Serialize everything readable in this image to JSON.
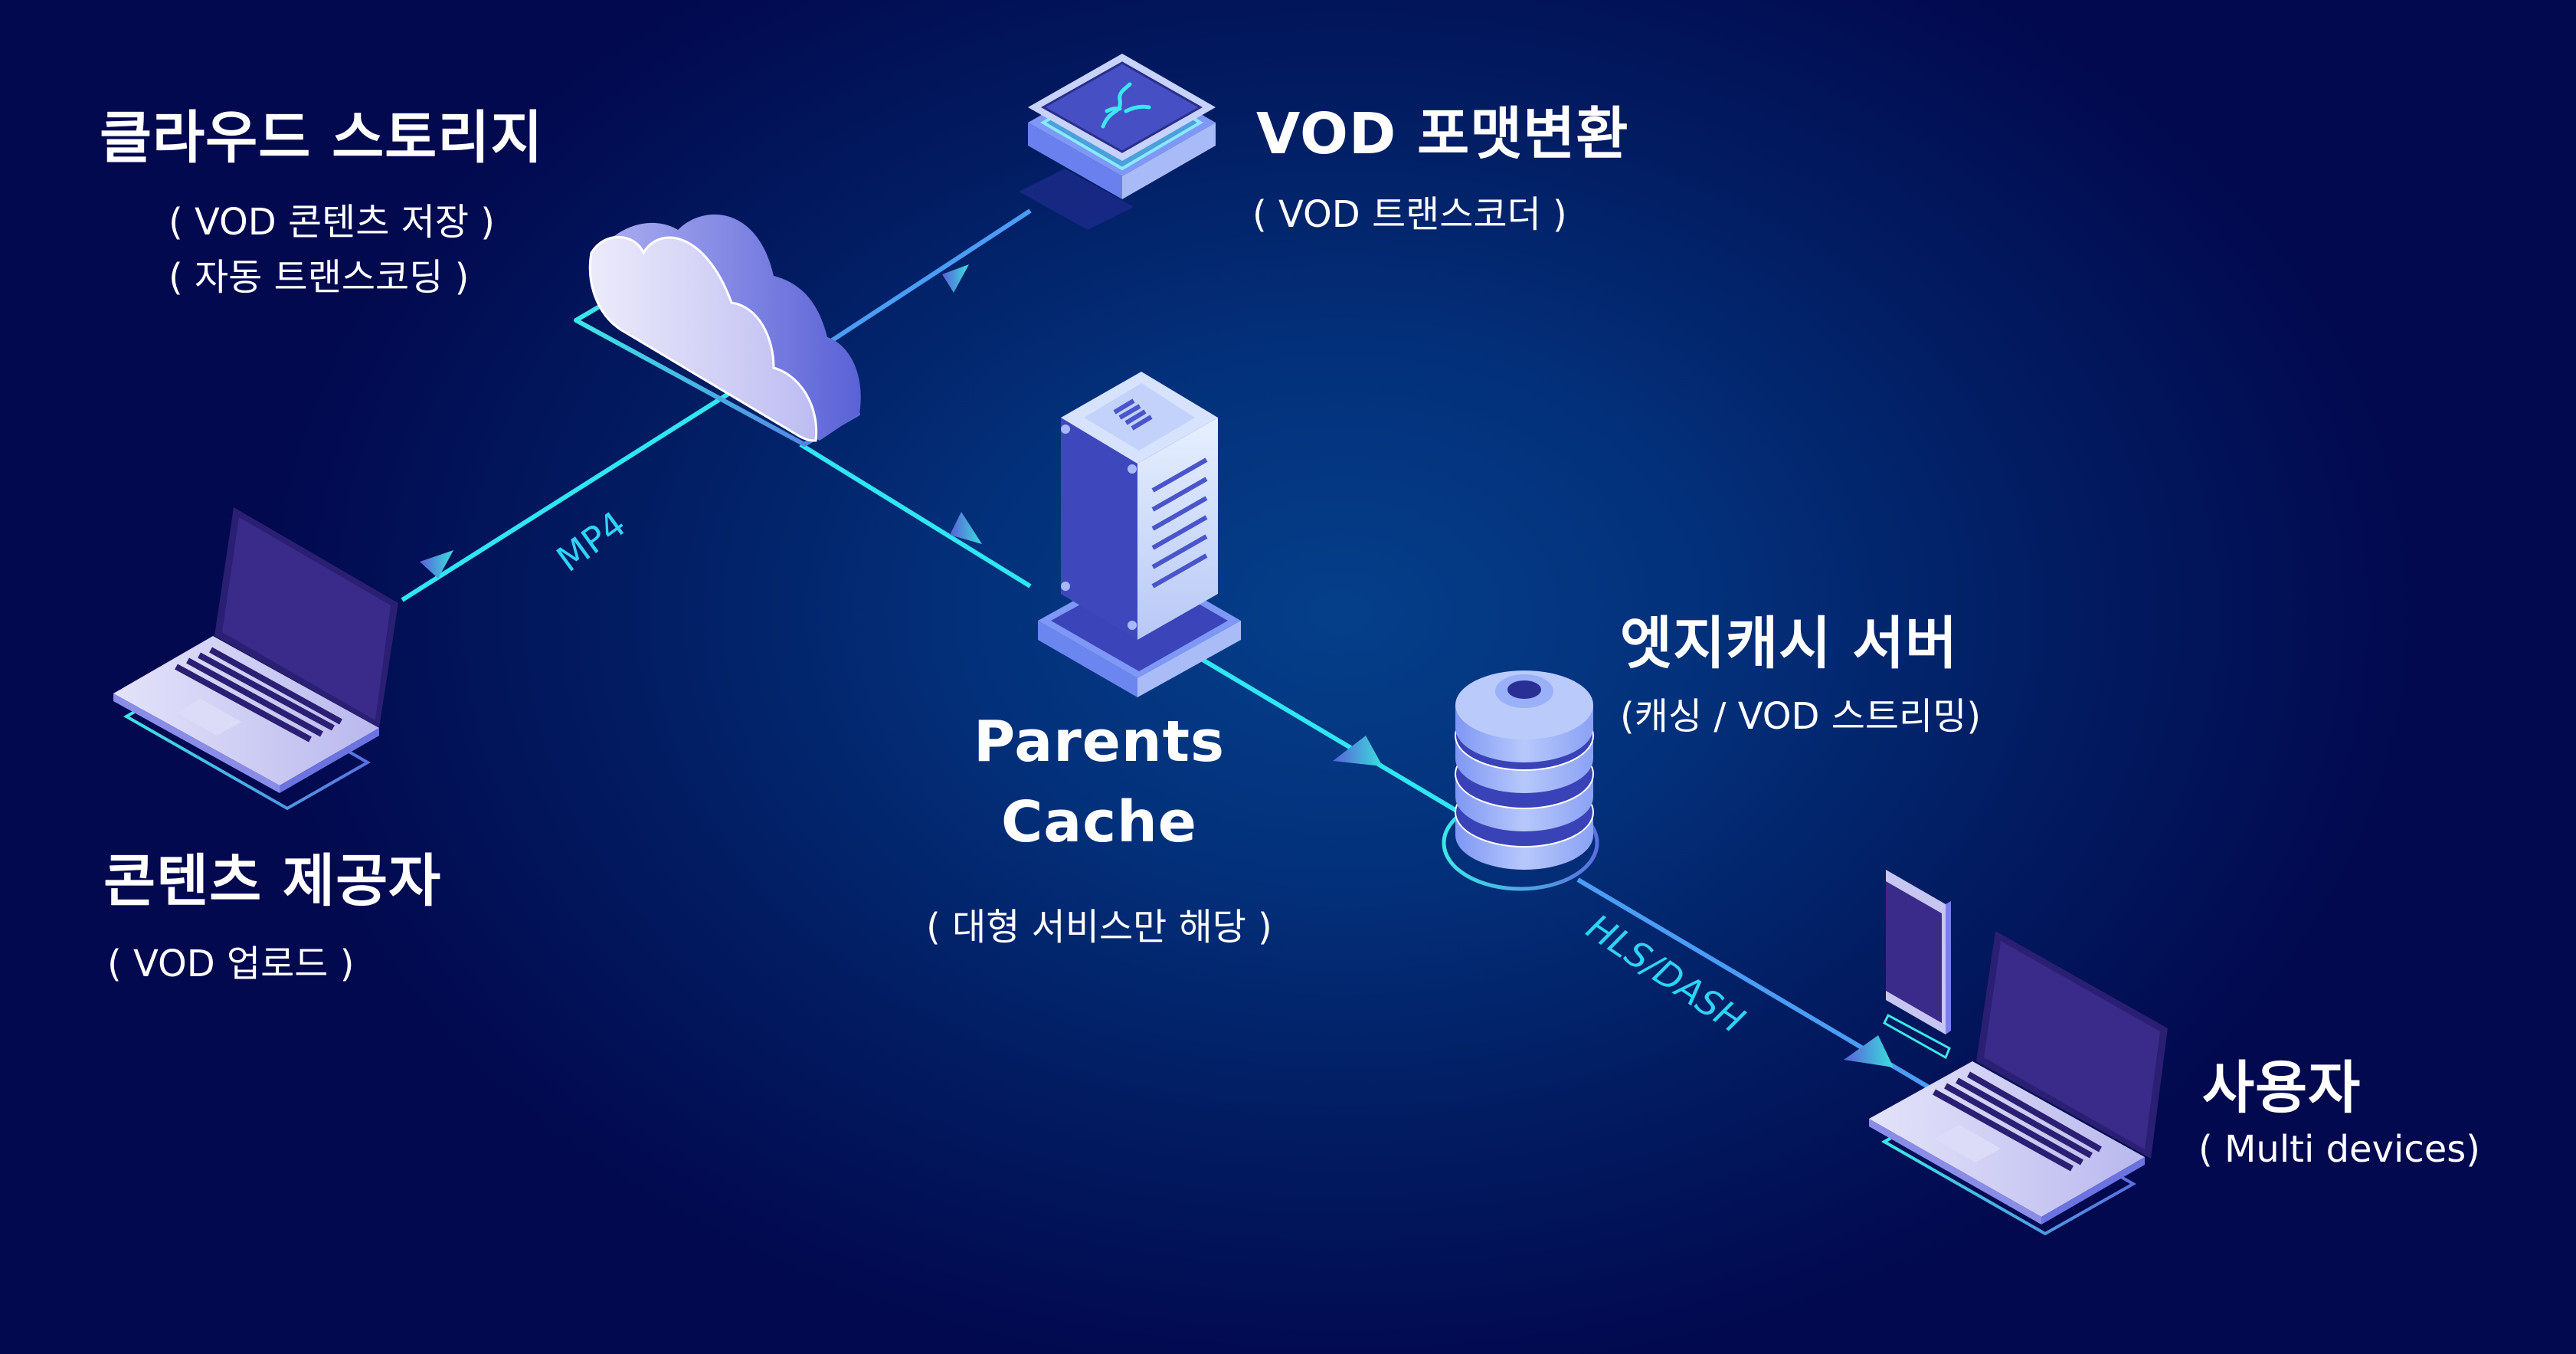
{
  "diagram": {
    "nodes": [
      {
        "id": "cloud-storage",
        "title": "클라우드 스토리지",
        "subtitle_lines": [
          "( VOD 콘텐츠 저장 )",
          "( 자동 트랜스코딩 )"
        ],
        "icon": "cloud-icon"
      },
      {
        "id": "vod-transcoder",
        "title": "VOD 포맷변환",
        "subtitle_lines": [
          "( VOD 트랜스코더 )"
        ],
        "icon": "transcoder-chip-icon"
      },
      {
        "id": "parents-cache",
        "title_lines": [
          "Parents",
          "Cache"
        ],
        "subtitle_lines": [
          "( 대형 서비스만 해당 )"
        ],
        "icon": "server-tower-icon"
      },
      {
        "id": "edge-cache",
        "title": "엣지캐시 서버",
        "subtitle_lines": [
          "(캐싱 / VOD 스트리밍)"
        ],
        "icon": "database-stack-icon"
      },
      {
        "id": "content-provider",
        "title": "콘텐츠 제공자",
        "subtitle_lines": [
          "( VOD 업로드 )"
        ],
        "icon": "laptop-icon"
      },
      {
        "id": "users",
        "title": "사용자",
        "subtitle_lines": [
          "( Multi devices)"
        ],
        "icon": "laptop-and-phone-icon"
      }
    ],
    "edges": [
      {
        "from": "content-provider",
        "to": "cloud-storage",
        "label": "MP4"
      },
      {
        "from": "cloud-storage",
        "to": "vod-transcoder",
        "label": ""
      },
      {
        "from": "cloud-storage",
        "to": "parents-cache",
        "label": ""
      },
      {
        "from": "parents-cache",
        "to": "edge-cache",
        "label": ""
      },
      {
        "from": "edge-cache",
        "to": "users",
        "label": "HLS/DASH"
      }
    ],
    "colors": {
      "background_dark": "#02094f",
      "background_glow": "#053f8a",
      "connector": "#2fe6f2",
      "connector_alt": "#4a9cf5",
      "arrow_start": "#5a5fd8",
      "arrow_end": "#3be0dc",
      "device_light": "#c7c6f2",
      "device_mid": "#6a73e0",
      "device_dark": "#3a2a8a",
      "text": "#ffffff",
      "label_cyan": "#2fd3f5"
    }
  }
}
